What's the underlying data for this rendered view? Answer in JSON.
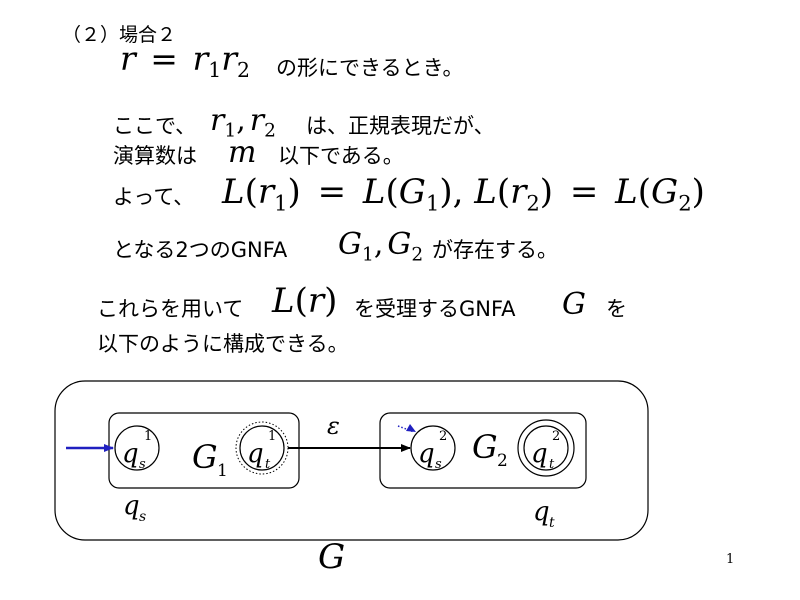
{
  "heading": "（２）場合２",
  "line1": {
    "math_r": "r",
    "math_eq": "=",
    "math_r1": "r",
    "math_r1_sub": "1",
    "math_r2": "r",
    "math_r2_sub": "2",
    "text": "の形にできるとき。"
  },
  "line2": {
    "prefix": "ここで、",
    "math_r1": "r",
    "math_r1_sub": "1",
    "math_comma": ",",
    "math_r2": "r",
    "math_r2_sub": "2",
    "suffix": "は、正規表現だが、"
  },
  "line3": {
    "prefix": "演算数は",
    "math_m": "m",
    "suffix": "以下である。"
  },
  "line4": {
    "prefix": "よって、",
    "L": "L",
    "lp": "(",
    "r": "r",
    "one": "1",
    "rp": ")",
    "eq": "=",
    "G": "G",
    "two": "2",
    "comma": ","
  },
  "line5": {
    "prefix": "となる2つのGNFA",
    "math_G": "G",
    "sub1": "1",
    "comma": ",",
    "sub2": "2",
    "suffix": "が存在する。"
  },
  "line6": {
    "prefix": "これらを用いて",
    "math_L": "L",
    "lp": "(",
    "math_r": "r",
    "rp": ")",
    "middle": "を受理するGNFA",
    "math_G": "G",
    "suffix": "を"
  },
  "line7": "以下のように構成できる。",
  "diagram": {
    "q": "q",
    "s": "s",
    "t": "t",
    "one": "1",
    "two": "2",
    "G": "G",
    "epsilon": "ε",
    "arrow_color": "#2020c0"
  },
  "page_number": "1"
}
